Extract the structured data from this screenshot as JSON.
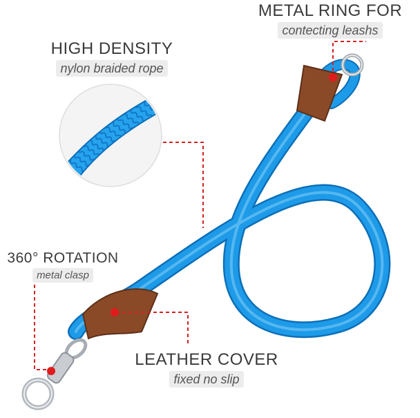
{
  "callouts": {
    "metal_ring": {
      "title": "METAL RING FOR",
      "subtitle": "contecting leashs"
    },
    "high_density": {
      "title": "HIGH DENSITY",
      "subtitle": "nylon braided rope"
    },
    "rotation": {
      "title": "360° ROTATION",
      "subtitle": "metal clasp"
    },
    "leather_cover": {
      "title": "LEATHER COVER",
      "subtitle": "fixed no slip"
    }
  },
  "colors": {
    "rope": "#1e9be8",
    "rope_shadow": "#0d6fb8",
    "leather": "#8a4a28",
    "marker": "#e01b1b",
    "metal": "#c9ccd0"
  }
}
